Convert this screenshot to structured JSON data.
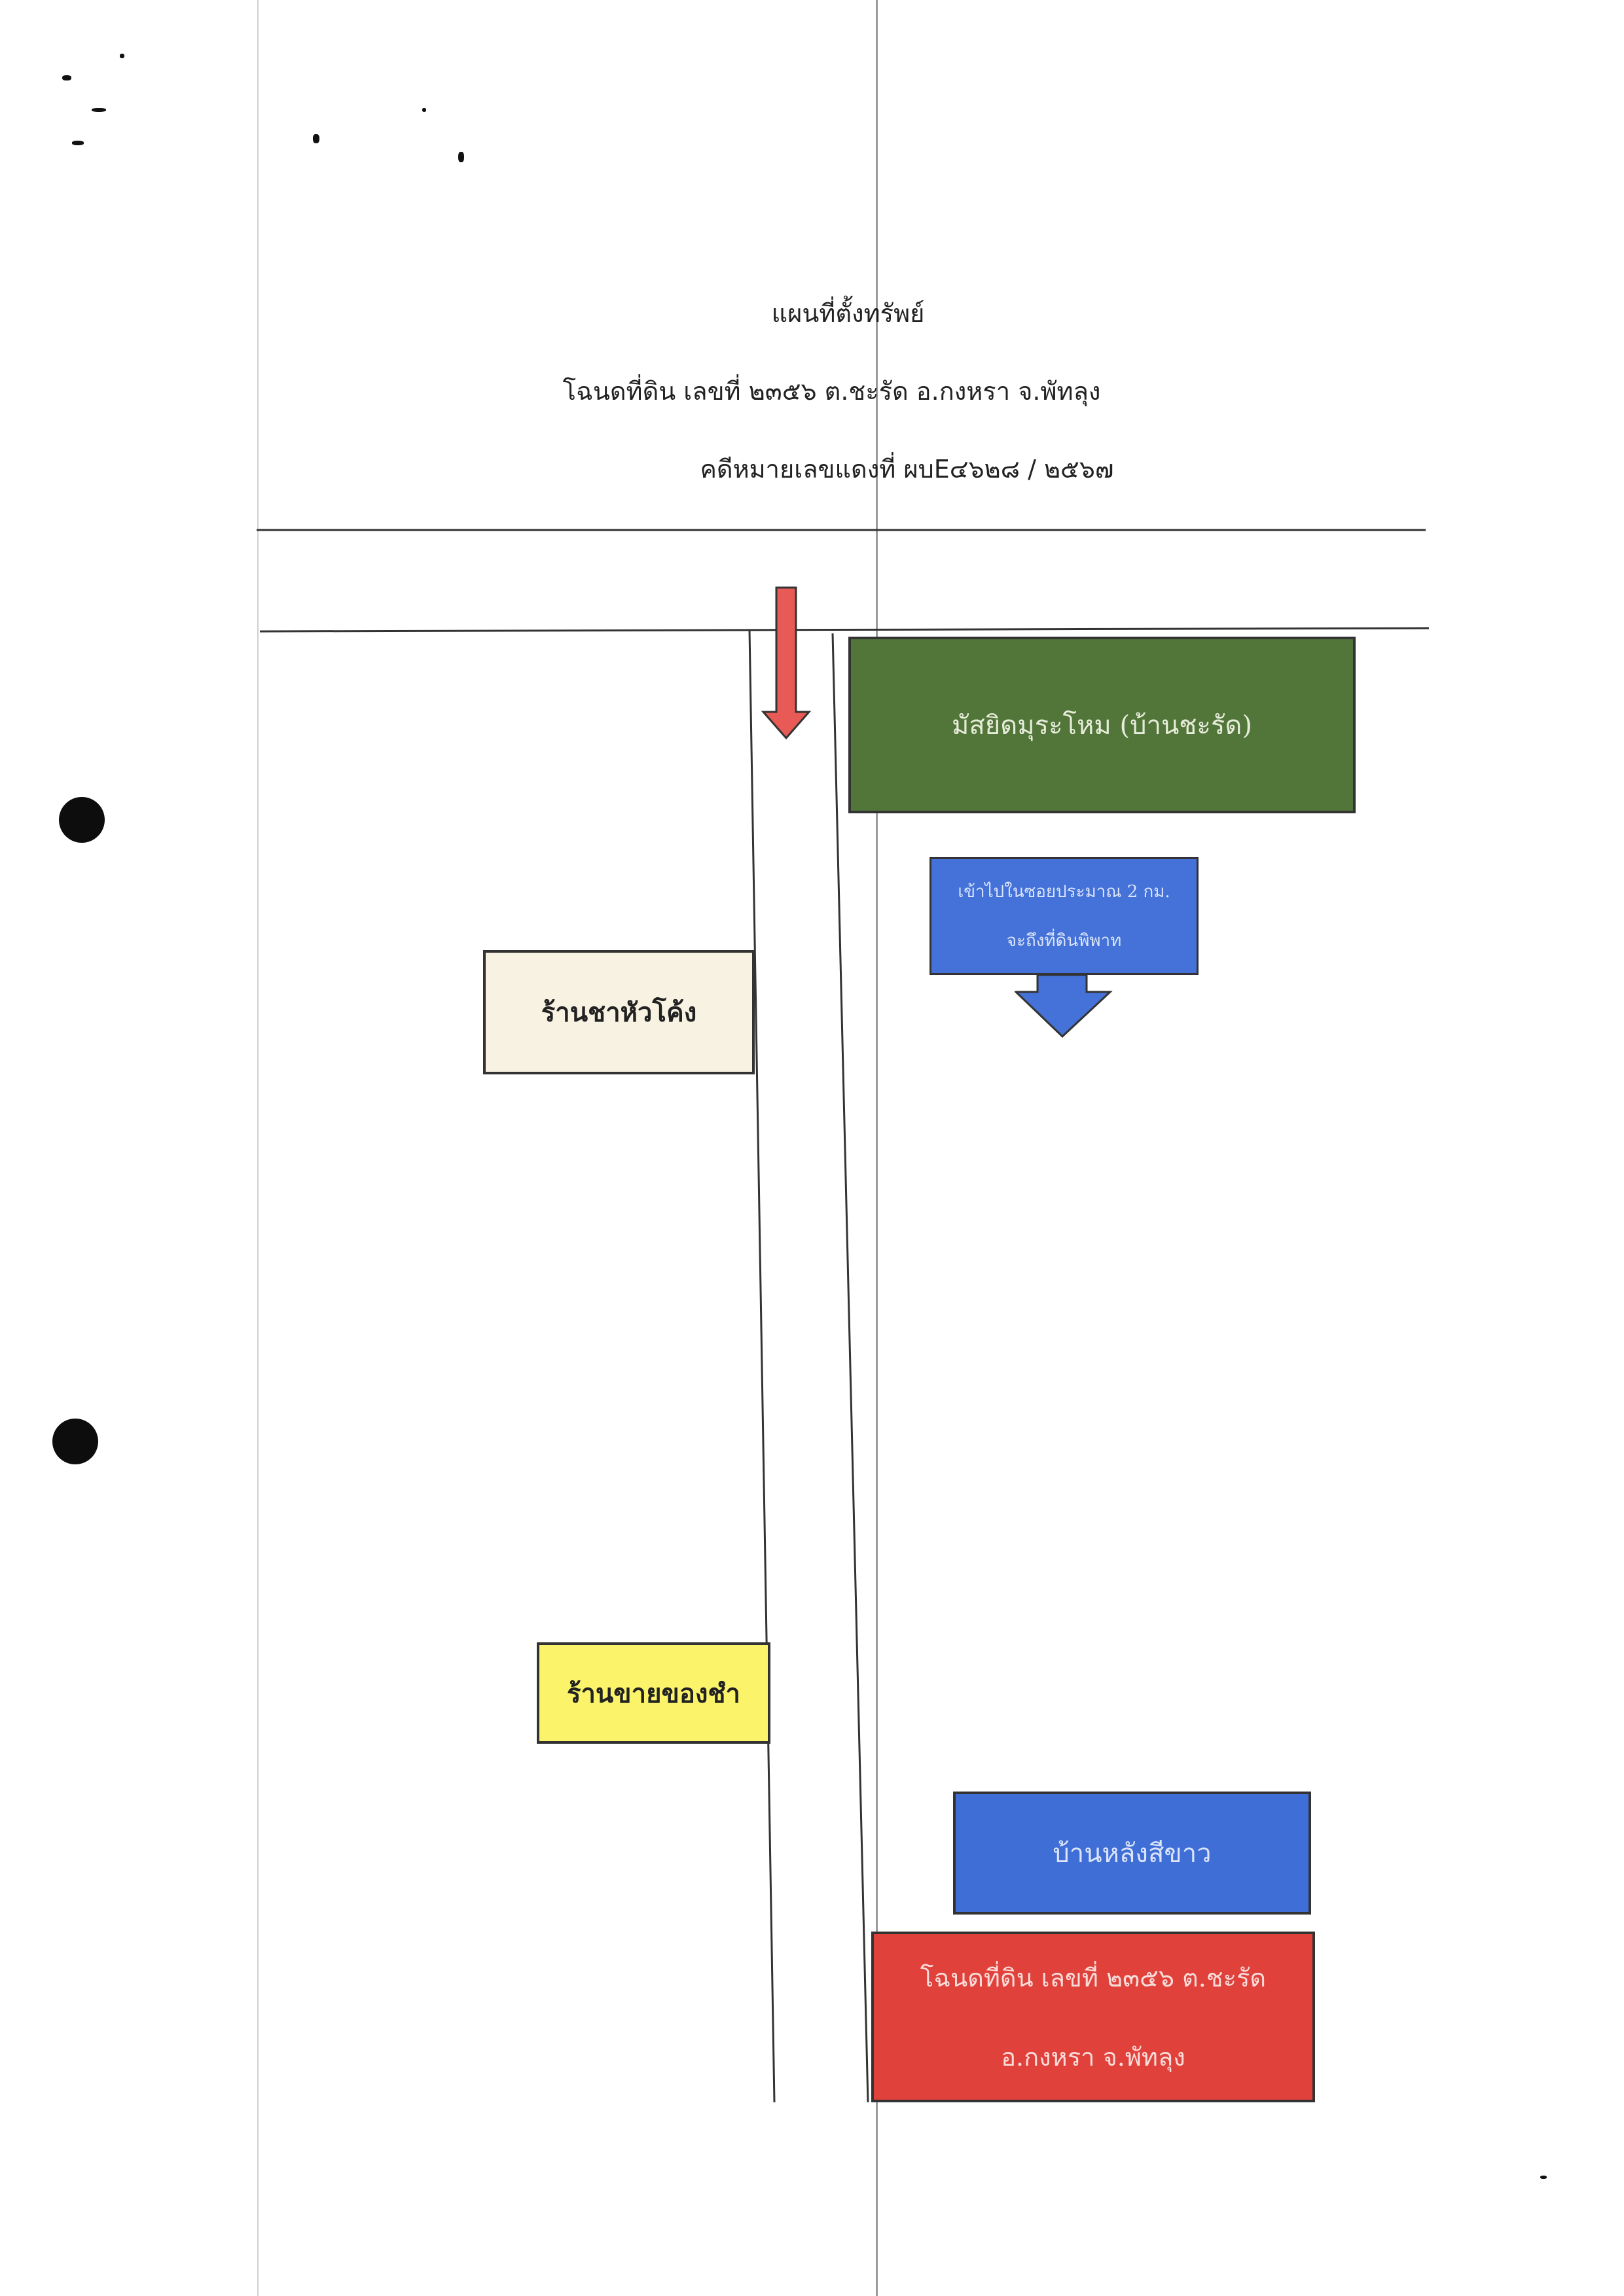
{
  "header": {
    "title": "แผนที่ตั้งทรัพย์",
    "deed_line": "โฉนดที่ดิน เลขที่ ๒๓๕๖ ต.ชะรัด  อ.กงหรา  จ.พัทลุง",
    "case_line": "คดีหมายเลขแดงที่ ผบE๔๖๒๘ / ๒๕๖๗"
  },
  "map": {
    "mosque": {
      "label": "มัสยิดมุระโหม (บ้านชะรัด)",
      "color": "#52763a"
    },
    "direction_note": {
      "line1": "เข้าไปในซอยประมาณ 2 กม.",
      "line2": "จะถึงที่ดินพิพาท",
      "color": "#4472d8"
    },
    "tea_shop": {
      "label": "ร้านชาหัวโค้ง",
      "color": "#f7f2e2"
    },
    "grocery_shop": {
      "label": "ร้านขายของชำ",
      "color": "#fbf46a"
    },
    "white_house": {
      "label": "บ้านหลังสีขาว",
      "color": "#3f6fd6"
    },
    "deed_plot": {
      "line1": "โฉนดที่ดิน เลขที่ ๒๓๕๖ ต.ชะรัด",
      "line2": "อ.กงหรา  จ.พัทลุง",
      "color": "#e0413b"
    },
    "arrow_icons": [
      "down-arrow-icon",
      "down-arrow-icon"
    ]
  }
}
